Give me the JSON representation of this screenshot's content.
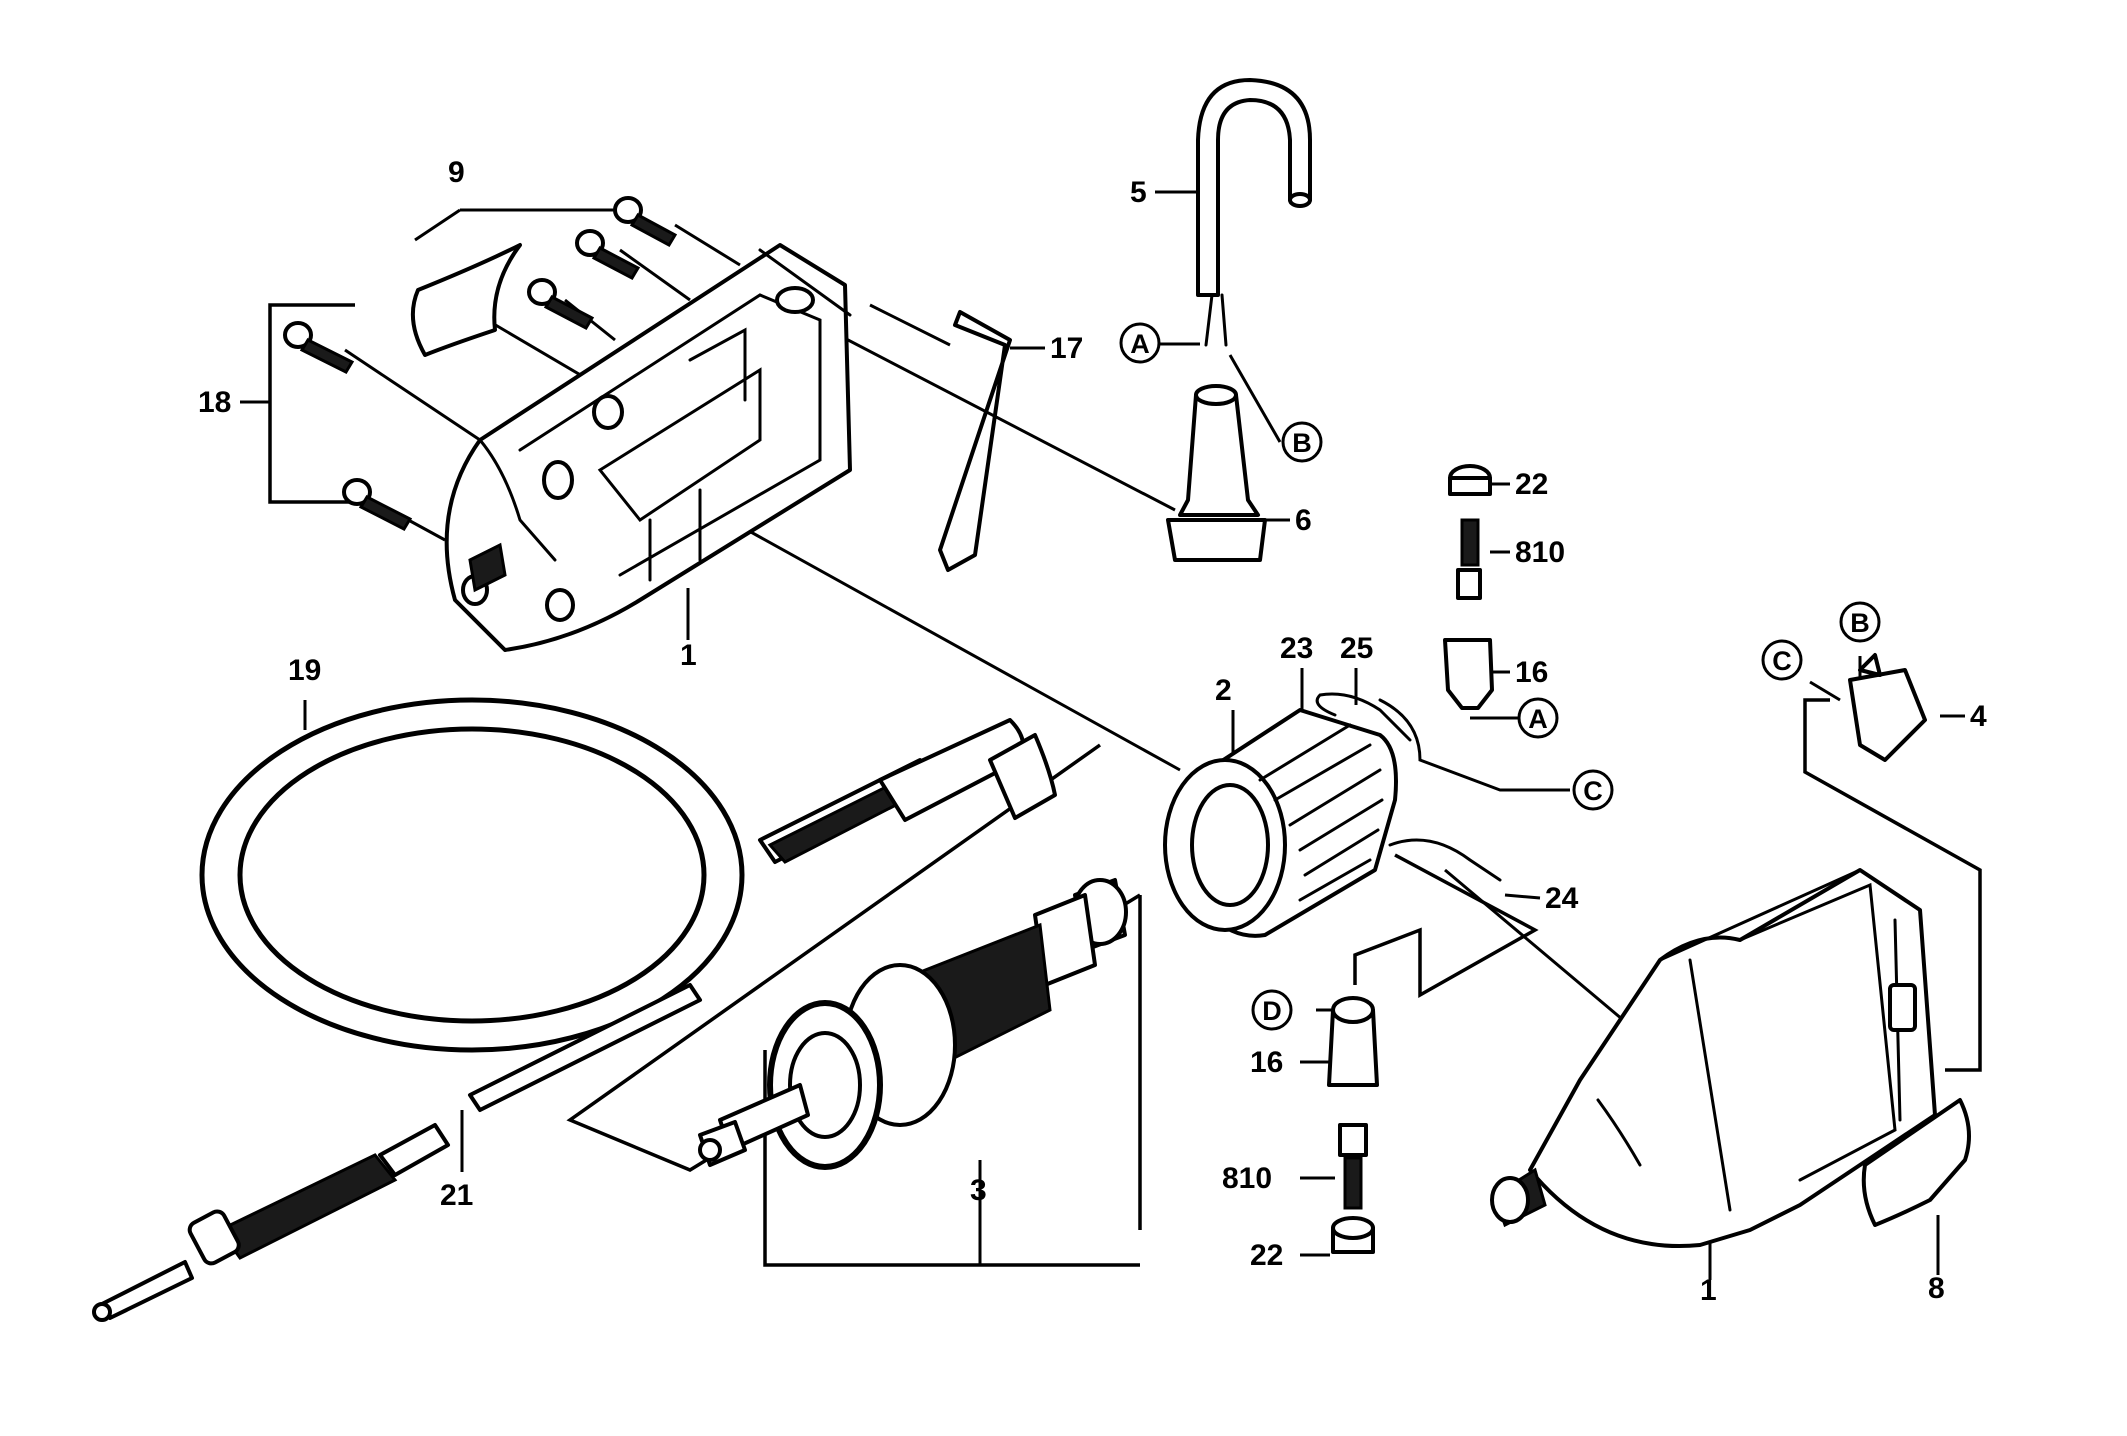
{
  "diagram": {
    "part_labels": {
      "p1_top": "1",
      "p1_bottom": "1",
      "p2": "2",
      "p3": "3",
      "p4": "4",
      "p5": "5",
      "p6": "6",
      "p8": "8",
      "p9": "9",
      "p16_top": "16",
      "p16_bottom": "16",
      "p17": "17",
      "p18": "18",
      "p19": "19",
      "p21": "21",
      "p22_top": "22",
      "p22_bottom": "22",
      "p23": "23",
      "p24": "24",
      "p25": "25",
      "p810_top": "810",
      "p810_bottom": "810"
    },
    "connection_markers": {
      "a_cord": "A",
      "b_cord": "B",
      "a_brush": "A",
      "b_switch": "B",
      "c_switch": "C",
      "c_field": "C",
      "d_brush": "D"
    }
  }
}
